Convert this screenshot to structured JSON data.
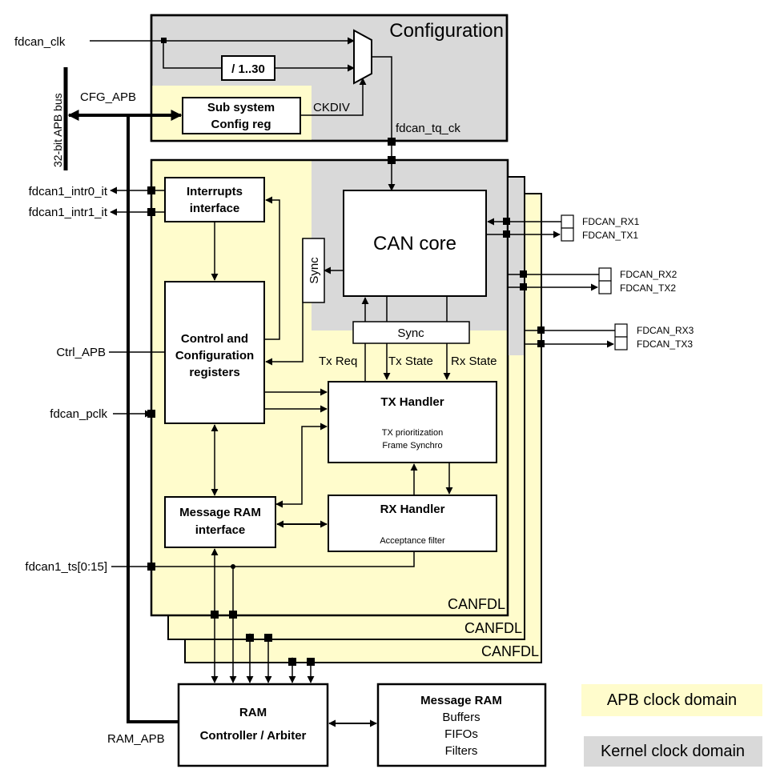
{
  "colors": {
    "apb_domain": "#fffccc",
    "kernel_domain": "#d9d9d9",
    "line": "#000000",
    "background": "#ffffff"
  },
  "config": {
    "title": "Configuration",
    "divider": "/ 1..30",
    "subsystem_line1": "Sub system",
    "subsystem_line2": "Config reg",
    "ckdiv": "CKDIV",
    "tq_clk": "fdcan_tq_ck"
  },
  "signals": {
    "fdcan_clk": "fdcan_clk",
    "cfg_apb": "CFG_APB",
    "apb_bus": "32-bit APB bus",
    "intr0": "fdcan1_intr0_it",
    "intr1": "fdcan1_intr1_it",
    "ctrl_apb": "Ctrl_APB",
    "pclk": "fdcan_pclk",
    "ts": "fdcan1_ts[0:15]",
    "ram_apb": "RAM_APB"
  },
  "canfdl": {
    "label1": "CANFDL",
    "label2": "CANFDL",
    "label3": "CANFDL"
  },
  "blocks": {
    "interrupts_line1": "Interrupts",
    "interrupts_line2": "interface",
    "control_line1": "Control and",
    "control_line2": "Configuration",
    "control_line3": "registers",
    "msgram_if_line1": "Message RAM",
    "msgram_if_line2": "interface",
    "can_core": "CAN core",
    "sync_vertical": "Sync",
    "sync_horizontal": "Sync",
    "tx_req": "Tx Req",
    "tx_state": "Tx State",
    "rx_state": "Rx State",
    "tx_handler": "TX Handler",
    "tx_sub1": "TX prioritization",
    "tx_sub2": "Frame Synchro",
    "rx_handler": "RX Handler",
    "rx_sub": "Acceptance filter",
    "ram_ctrl_line1": "RAM",
    "ram_ctrl_line2": "Controller / Arbiter",
    "msgram_title": "Message RAM",
    "msgram_item1": "Buffers",
    "msgram_item2": "FIFOs",
    "msgram_item3": "Filters"
  },
  "pins": {
    "rx1": "FDCAN_RX1",
    "tx1": "FDCAN_TX1",
    "rx2": "FDCAN_RX2",
    "tx2": "FDCAN_TX2",
    "rx3": "FDCAN_RX3",
    "tx3": "FDCAN_TX3"
  },
  "legend": {
    "apb": "APB clock domain",
    "kernel": "Kernel clock domain"
  }
}
